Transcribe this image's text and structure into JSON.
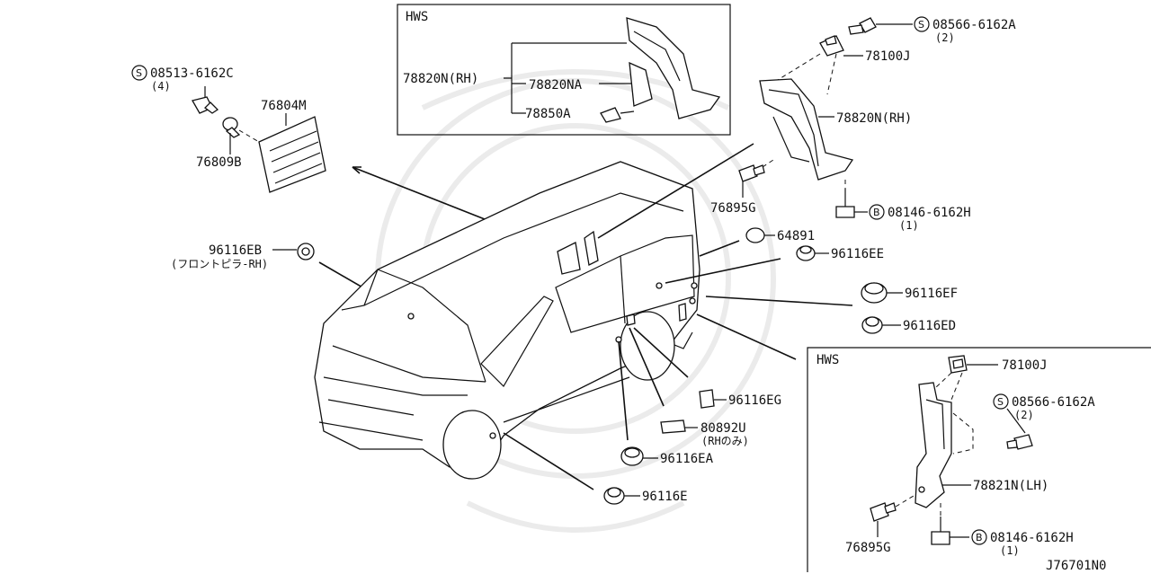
{
  "diagram": {
    "code": "J76701N0",
    "boxes": {
      "hws_top": "HWS",
      "hws_bottom": "HWS"
    },
    "symbols": {
      "screw": "S",
      "bolt": "B"
    },
    "labels": {
      "p08513": "08513-6162C",
      "p08513_qty": "(4)",
      "p76804M": "76804M",
      "p76809B": "76809B",
      "p96116EB": "96116EB",
      "p96116EB_note": "(フロントピラ-RH)",
      "p78820N_rh_top": "78820N(RH)",
      "p78820NA": "78820NA",
      "p78850A": "78850A",
      "p08566_top": "08566-6162A",
      "p08566_top_qty": "(2)",
      "p78100J_top": "78100J",
      "p78820N_rh_right": "78820N(RH)",
      "p76895G_top": "76895G",
      "p08146_top": "08146-6162H",
      "p08146_top_qty": "(1)",
      "p64891": "64891",
      "p96116EE": "96116EE",
      "p96116EF": "96116EF",
      "p96116ED": "96116ED",
      "p96116EG": "96116EG",
      "p80892U": "80892U",
      "p80892U_note": "(RHのみ)",
      "p96116EA": "96116EA",
      "p96116E": "96116E",
      "p78100J_bottom": "78100J",
      "p08566_bottom": "08566-6162A",
      "p08566_bottom_qty": "(2)",
      "p78821N": "78821N(LH)",
      "p76895G_bottom": "76895G",
      "p08146_bottom": "08146-6162H",
      "p08146_bottom_qty": "(1)"
    }
  }
}
